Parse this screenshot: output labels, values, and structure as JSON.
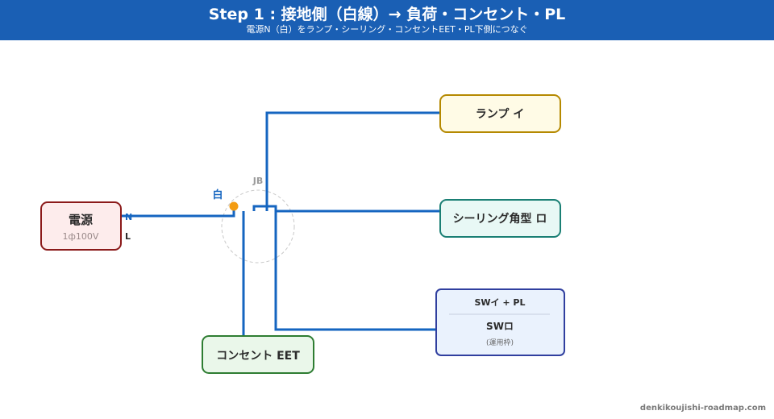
{
  "header": {
    "title": "Step 1 : 接地側（白線）→ 負荷・コンセント・PL",
    "subtitle": "電源N（白）をランプ・シーリング・コンセントEET・PL下側につなぐ"
  },
  "colors": {
    "header_bg": "#1a5fb4",
    "wire": "#1565c0",
    "junction": "#f39c12",
    "power_border": "#8b1a1a",
    "power_fill": "#fdecec",
    "lamp_border": "#b58900",
    "lamp_fill": "#fffbe6",
    "ceiling_border": "#1a7f74",
    "ceiling_fill": "#e8f8f5",
    "outlet_border": "#2e7d32",
    "outlet_fill": "#eaf7ea",
    "switch_border": "#303f9f",
    "switch_fill": "#eaf2fd"
  },
  "diagram": {
    "power": {
      "label": "電源",
      "sub": "1ф100V",
      "terminal_n": "N",
      "terminal_l": "L"
    },
    "jb": {
      "label": "JB",
      "wire_label": "白"
    },
    "lamp": {
      "label": "ランプ イ"
    },
    "ceiling": {
      "label": "シーリング角型 ロ"
    },
    "outlet": {
      "label": "コンセント EET"
    },
    "switch_box": {
      "top": "SWイ + PL",
      "middle": "SWロ",
      "bottom": "(運用枠)"
    }
  },
  "footer": {
    "site": "denkikoujishi-roadmap.com"
  }
}
